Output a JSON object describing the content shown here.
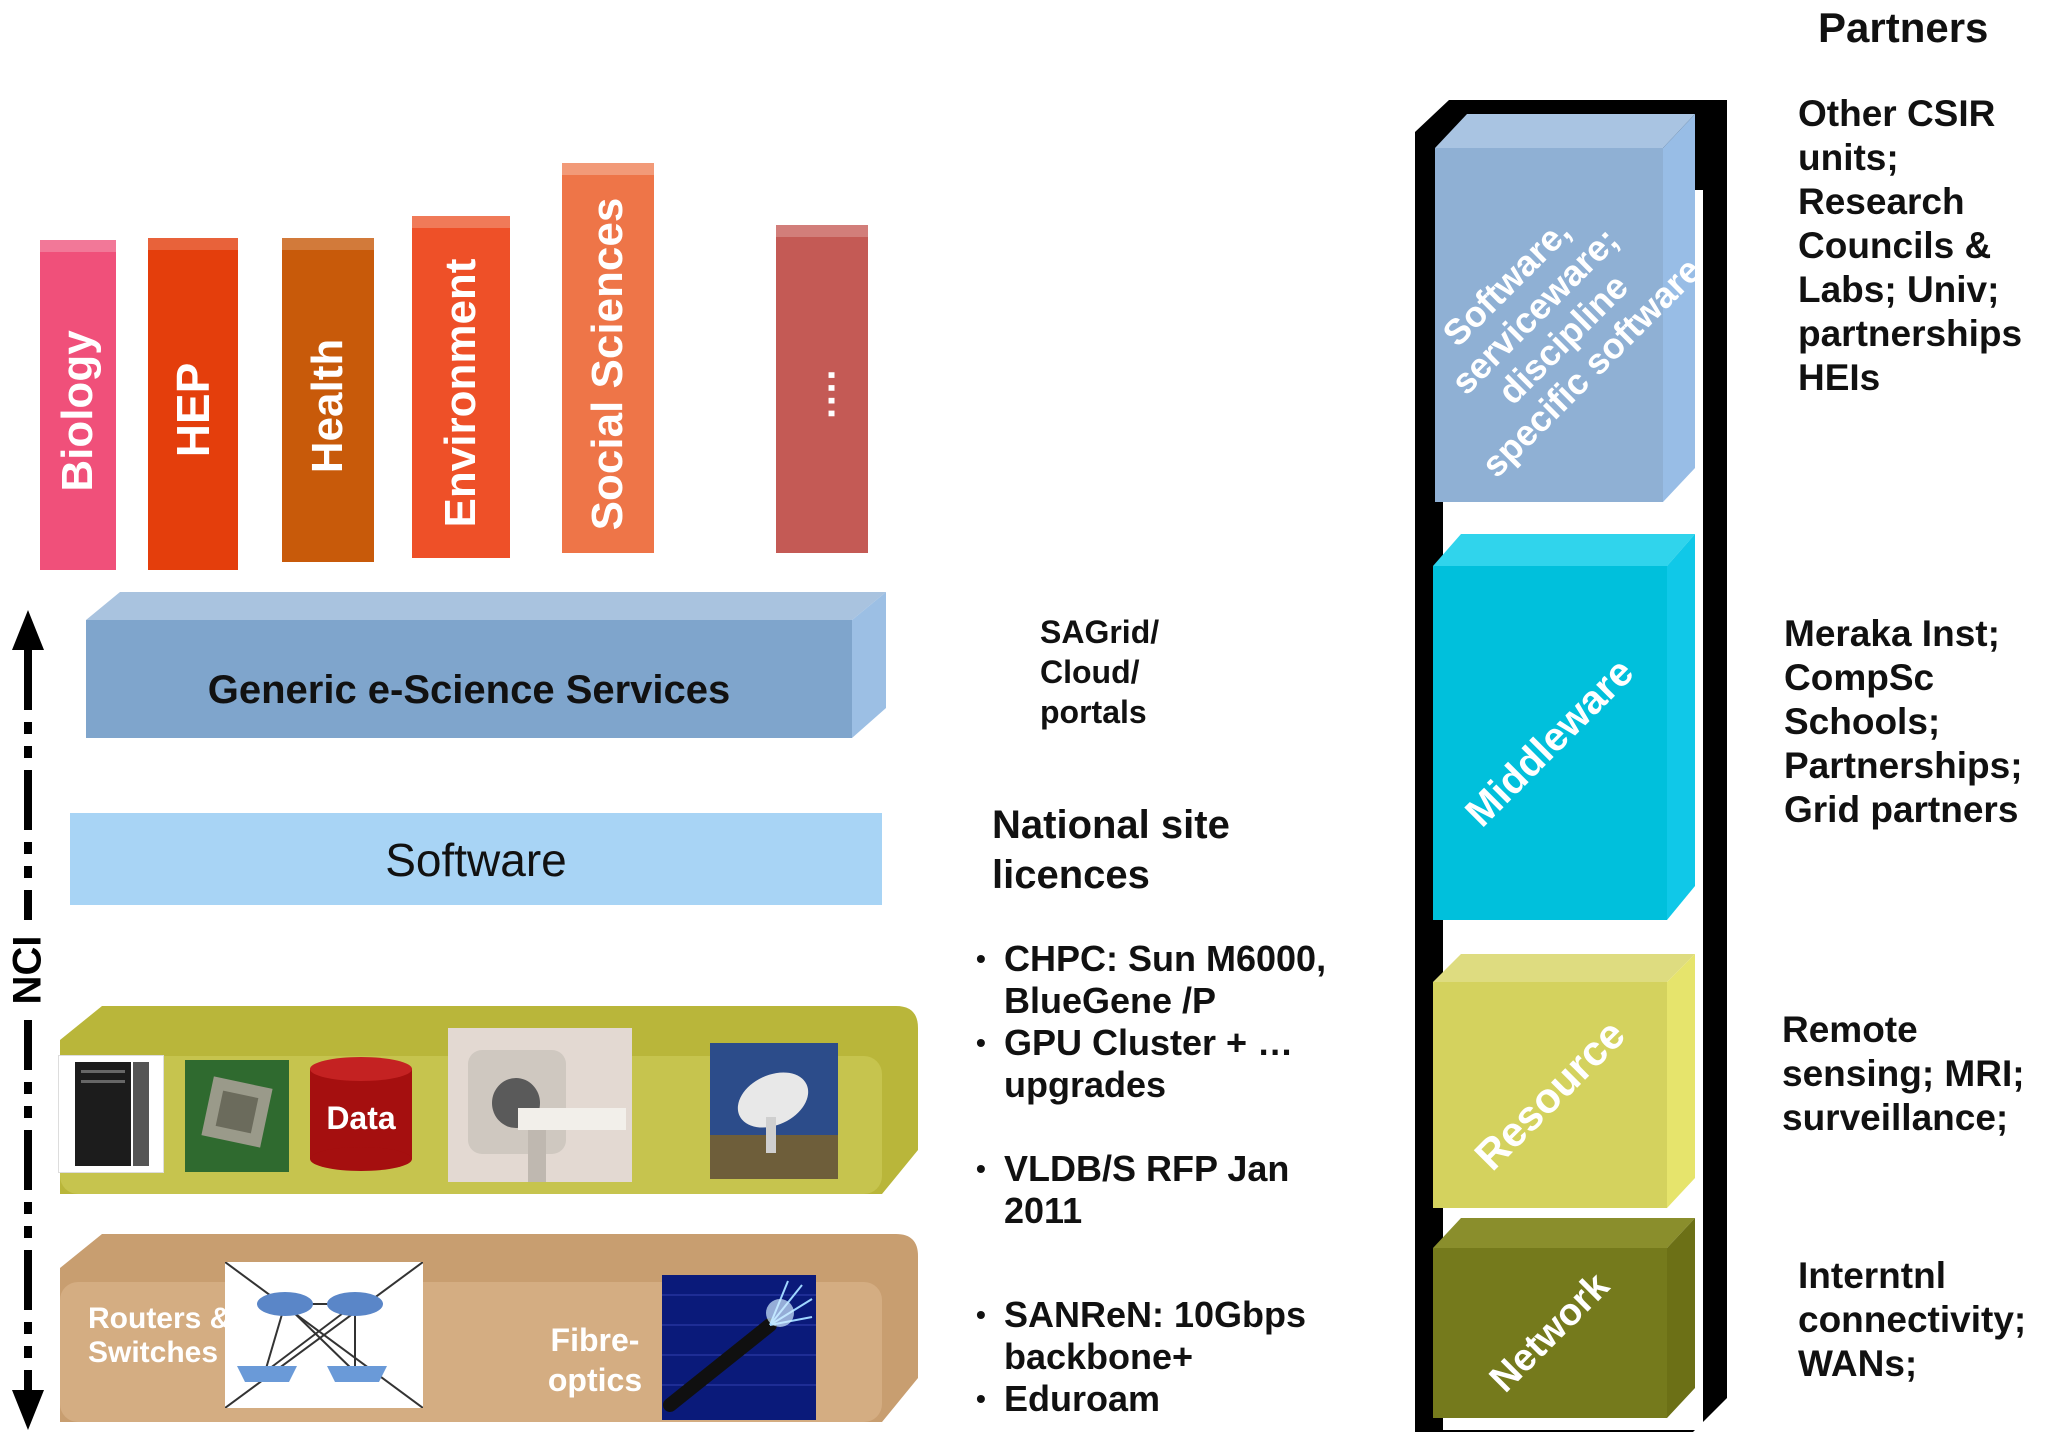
{
  "pillars": [
    {
      "label": "Biology",
      "color": "#f0507a"
    },
    {
      "label": "HEP",
      "color": "#e43e0c"
    },
    {
      "label": "Health",
      "color": "#c85a0a"
    },
    {
      "label": "Environment",
      "color": "#ee5028"
    },
    {
      "label": "Social Sciences",
      "color": "#ee7548"
    },
    {
      "label": "….",
      "color": "#c45a55"
    }
  ],
  "layers": {
    "generic_services": "Generic e-Science Services",
    "software": "Software",
    "data_label": "Data",
    "routers_label": "Routers & Switches",
    "fibre_label": "Fibre-optics"
  },
  "nci_label": "NCI",
  "middle": {
    "sagrid": "SAGrid/ Cloud/ portals",
    "licences": "National site licences",
    "hardware_bullets": [
      "CHPC: Sun M6000, BlueGene /P",
      "GPU Cluster + … upgrades"
    ],
    "vldb_bullets": [
      "VLDB/S RFP Jan 2011"
    ],
    "network_bullets": [
      "SANReN: 10Gbps backbone+",
      "Eduroam"
    ]
  },
  "stack": {
    "software": "Software, serviceware; discipline specific software",
    "middleware": "Middleware",
    "resource": "Resource",
    "network": "Network"
  },
  "partners": {
    "title": "Partners",
    "software": "Other CSIR units; Research Councils & Labs; Univ; partnerships HEIs",
    "middleware": "Meraka Inst; CompSc Schools; Partnerships; Grid partners",
    "resource": "Remote sensing; MRI; surveillance;",
    "network": "Interntnl connectivity; WANs;"
  },
  "colors": {
    "generic": "#7fa5cc",
    "software_bar": "#a8d4f5",
    "resource_layer": "#c6c44e",
    "network_layer": "#d4ad82",
    "stack_software": "#8fb0d4",
    "stack_middleware": "#00c0dc",
    "stack_resource": "#d4d25e",
    "stack_network": "#757a1c"
  }
}
